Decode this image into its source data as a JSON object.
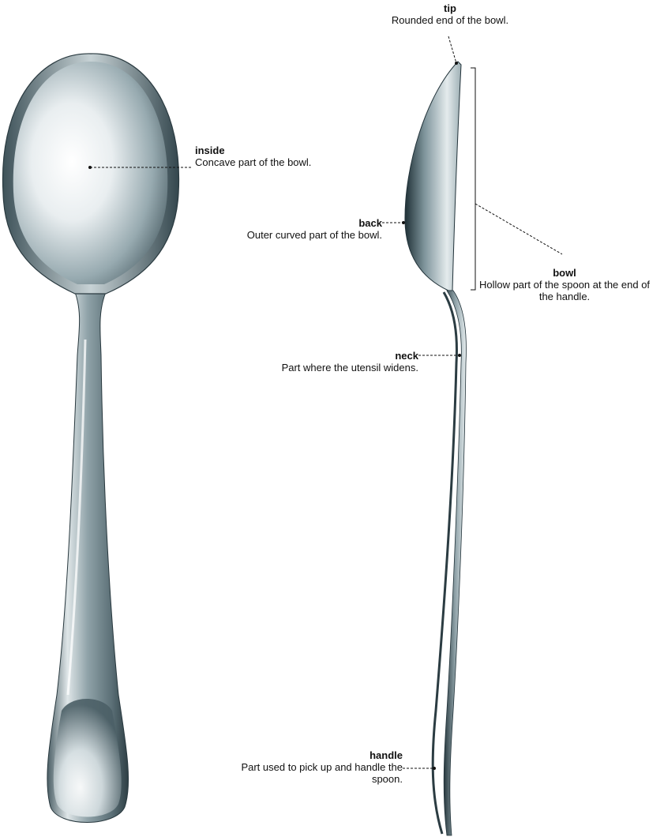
{
  "parts": {
    "tip": {
      "term": "tip",
      "desc": "Rounded end of the bowl."
    },
    "inside": {
      "term": "inside",
      "desc": "Concave part of the bowl."
    },
    "back": {
      "term": "back",
      "desc": "Outer curved part of the bowl."
    },
    "bowl": {
      "term": "bowl",
      "desc": "Hollow part of the spoon at the end of the handle."
    },
    "neck": {
      "term": "neck",
      "desc": "Part where the utensil widens."
    },
    "handle": {
      "term": "handle",
      "desc": "Part used to pick up and handle the spoon."
    }
  }
}
